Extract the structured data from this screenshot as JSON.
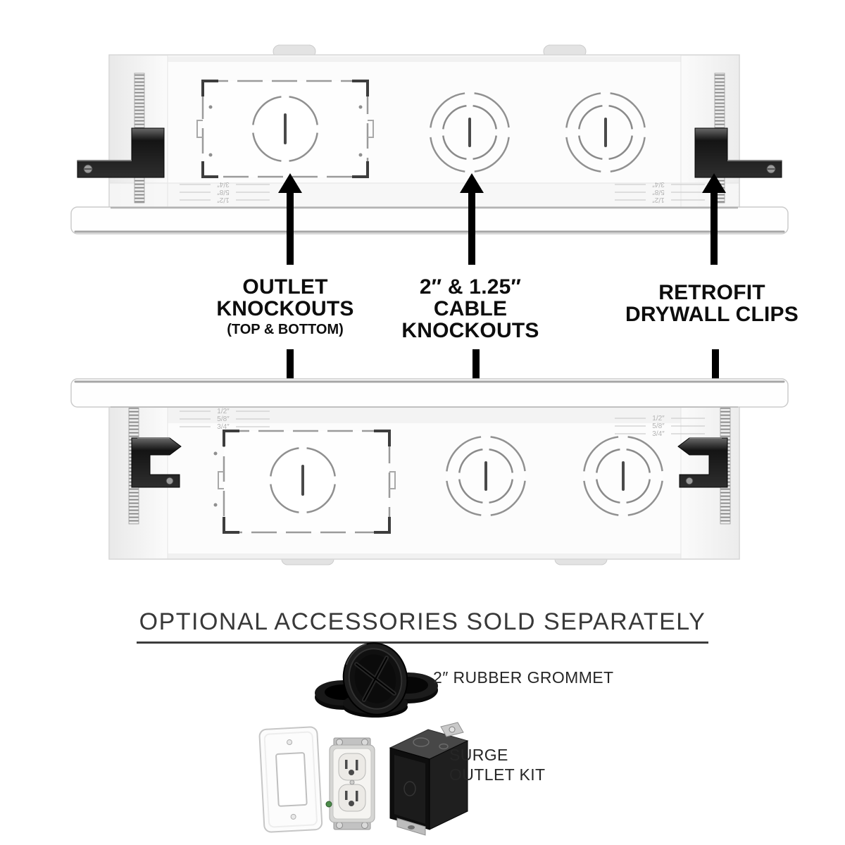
{
  "diagram": {
    "callouts": {
      "outlet": {
        "lines": [
          "OUTLET",
          "KNOCKOUTS"
        ],
        "subline": "(TOP & BOTTOM)"
      },
      "cable": {
        "lines": [
          "2″ & 1.25″",
          "CABLE",
          "KNOCKOUTS"
        ]
      },
      "retrofit": {
        "lines": [
          "RETROFIT",
          "DRYWALL CLIPS"
        ]
      }
    },
    "depth_markings": {
      "top_box": [
        "3/4″",
        "5/8″",
        "1/2″"
      ],
      "bottom_box": [
        "1/2″",
        "5/8″",
        "3/4″"
      ]
    }
  },
  "accessories": {
    "heading": "OPTIONAL ACCESSORIES SOLD SEPARATELY",
    "grommet_label": "2″ RUBBER GROMMET",
    "surge_label_lines": [
      "SURGE",
      "OUTLET KIT"
    ]
  },
  "colors": {
    "arrow": "#000000",
    "callout_text": "#0d0d0d",
    "heading_text": "#383838",
    "box_face": "#fcfcfc",
    "box_outline": "#d4d4d4",
    "knockout_groove": "#8f8f8f",
    "clip_metal": "#1c1c1c",
    "grommet_rubber": "#111111"
  }
}
